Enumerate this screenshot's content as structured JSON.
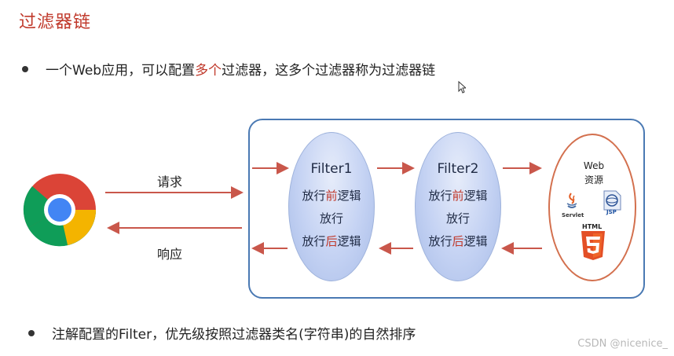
{
  "title": "过滤器链",
  "bullet1": {
    "prefix": "一个Web应用，可以配置",
    "highlight": "多个",
    "suffix": "过滤器，这多个过滤器称为过滤器链"
  },
  "bullet2": "注解配置的Filter，优先级按照过滤器类名(字符串)的自然排序",
  "diagram": {
    "request_label": "请求",
    "response_label": "响应",
    "filters": [
      {
        "name": "Filter1",
        "pre_a": "放行",
        "pre_b": "前",
        "pre_c": "逻辑",
        "pass": "放行",
        "post_a": "放行",
        "post_b": "后",
        "post_c": "逻辑"
      },
      {
        "name": "Filter2",
        "pre_a": "放行",
        "pre_b": "前",
        "pre_c": "逻辑",
        "pass": "放行",
        "post_a": "放行",
        "post_b": "后",
        "post_c": "逻辑"
      }
    ],
    "web_resource": {
      "line1": "Web",
      "line2": "资源",
      "servlet_label": "Servlet",
      "jsp_label": "JSP",
      "html_label": "HTML"
    }
  },
  "watermark": "CSDN @nicenice_",
  "colors": {
    "accent": "#c0392b",
    "arrow": "#c9574b",
    "box_border": "#4a79b3",
    "web_border": "#d3704e"
  },
  "icons": [
    "chrome-browser-icon",
    "servlet-java-icon",
    "jsp-icon",
    "html5-icon",
    "mouse-cursor-icon"
  ]
}
